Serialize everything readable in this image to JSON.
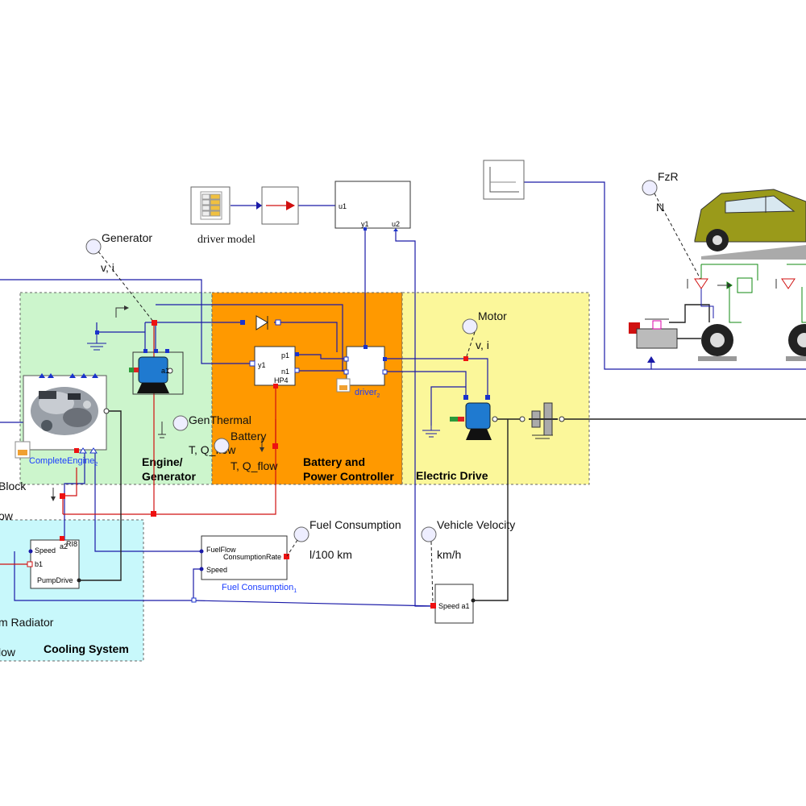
{
  "regions": {
    "engine": {
      "title_line1": "Engine/",
      "title_line2": "Generator",
      "color": "#ccf5cc"
    },
    "battery": {
      "title_line1": "Battery and",
      "title_line2": "Power Controller",
      "color": "#ff9900"
    },
    "drive": {
      "title": "Electric Drive",
      "color": "#fbf79a"
    },
    "cooling": {
      "title": "Cooling System",
      "color": "#c8f8fb"
    }
  },
  "labels": {
    "driver_model": "driver model",
    "generator": "Generator",
    "generator_vi": "v, i",
    "gen_thermal": "GenThermal",
    "gen_thermal_q": "T, Q_flow",
    "battery": "Battery",
    "battery_q": "T, Q_flow",
    "motor": "Motor",
    "motor_vi": "v, i",
    "fzr": "FzR",
    "fzr_unit": "N",
    "fuel_consumption": "Fuel Consumption",
    "fuel_unit": "l/100 km",
    "vehicle_velocity": "Vehicle Velocity",
    "velocity_unit": "km/h",
    "block_cut": "Block",
    "flow_cut1": "ow",
    "radiator_cut": "m Radiator",
    "flow_cut2": "low"
  },
  "components": {
    "engine_name": "CompleteEngine",
    "engine_sub": "2",
    "driver_name": "driver",
    "driver_sub": "2",
    "fuel_name": "Fuel Consumption",
    "fuel_sub": "1",
    "hp_block": "HP4",
    "hp_y1": "y1",
    "hp_p1": "p1",
    "hp_n1": "n1",
    "gen_a1": "a1",
    "top_u1": "u1",
    "top_y1": "y1",
    "top_u2": "u2",
    "pump_speed": "Speed",
    "pump_a2": "a2",
    "pump_b1": "b1",
    "pump_drive": "PumpDrive",
    "pump_rs": "RI8",
    "fuel_flow": "FuelFlow",
    "fuel_rate": "ConsumptionRate",
    "fuel_speed": "Speed",
    "speed_a1": "Speed a1"
  },
  "colors": {
    "wire_blue": "#1a1aa8",
    "wire_red": "#d01010",
    "wire_dark": "#222222",
    "wire_green": "#118811",
    "port_red": "#ee1111",
    "port_blue": "#1a33cc",
    "car_body": "#9a9a1a"
  }
}
